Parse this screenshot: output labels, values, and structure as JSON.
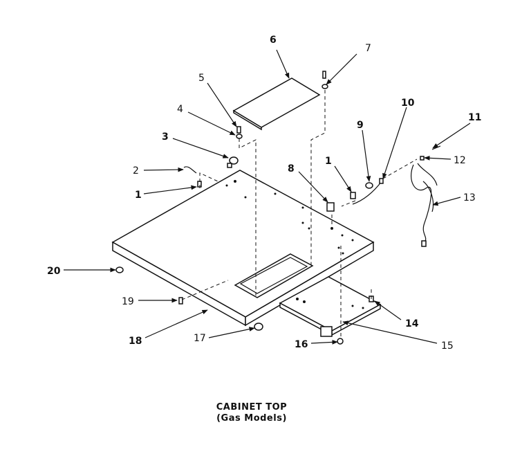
{
  "diagram": {
    "title": "CABINET TOP",
    "subtitle": "(Gas Models)",
    "callouts": [
      {
        "id": "c1a",
        "text": "1"
      },
      {
        "id": "c1b",
        "text": "1"
      },
      {
        "id": "c2",
        "text": "2"
      },
      {
        "id": "c3",
        "text": "3"
      },
      {
        "id": "c4",
        "text": "4"
      },
      {
        "id": "c5",
        "text": "5"
      },
      {
        "id": "c6",
        "text": "6"
      },
      {
        "id": "c7",
        "text": "7"
      },
      {
        "id": "c8",
        "text": "8"
      },
      {
        "id": "c9",
        "text": "9"
      },
      {
        "id": "c10",
        "text": "10"
      },
      {
        "id": "c11",
        "text": "11"
      },
      {
        "id": "c12",
        "text": "12"
      },
      {
        "id": "c13",
        "text": "13"
      },
      {
        "id": "c14",
        "text": "14"
      },
      {
        "id": "c15",
        "text": "15"
      },
      {
        "id": "c16",
        "text": "16"
      },
      {
        "id": "c17",
        "text": "17"
      },
      {
        "id": "c18",
        "text": "18"
      },
      {
        "id": "c19",
        "text": "19"
      },
      {
        "id": "c20",
        "text": "20"
      }
    ]
  }
}
